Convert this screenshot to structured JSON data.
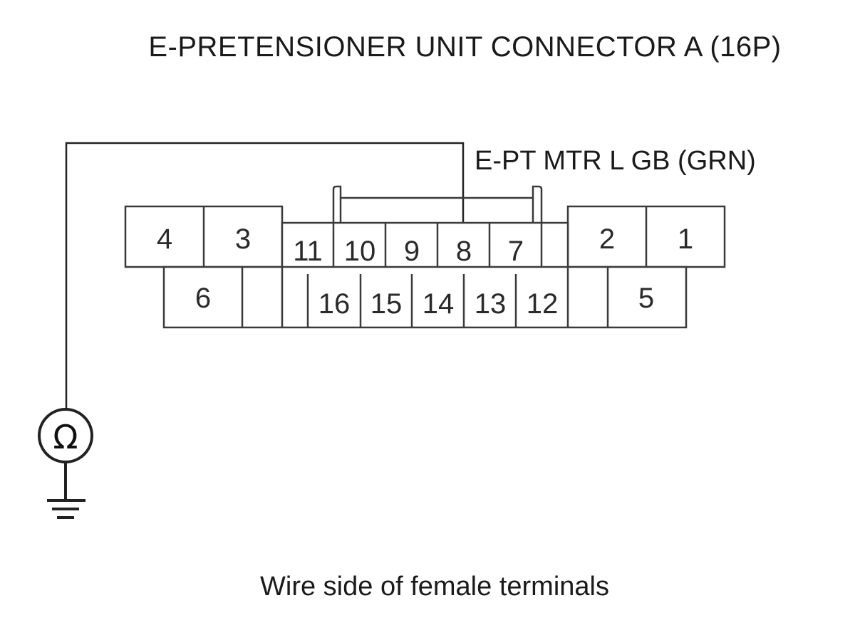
{
  "title": "E-PRETENSIONER UNIT CONNECTOR A (16P)",
  "wire_label": "E-PT MTR L GB (GRN)",
  "caption": "Wire side of female terminals",
  "meter_symbol": "Ω",
  "ground_icon": "ground-icon",
  "connector": {
    "pins_top_row": [
      "4",
      "3",
      "11",
      "10",
      "9",
      "8",
      "7",
      "2",
      "1"
    ],
    "pins_bottom_row": [
      "6",
      "16",
      "15",
      "14",
      "13",
      "12",
      "5"
    ],
    "probed_pin": "8"
  },
  "colors": {
    "line": "#2b2b2b",
    "text": "#1a1a1a"
  }
}
